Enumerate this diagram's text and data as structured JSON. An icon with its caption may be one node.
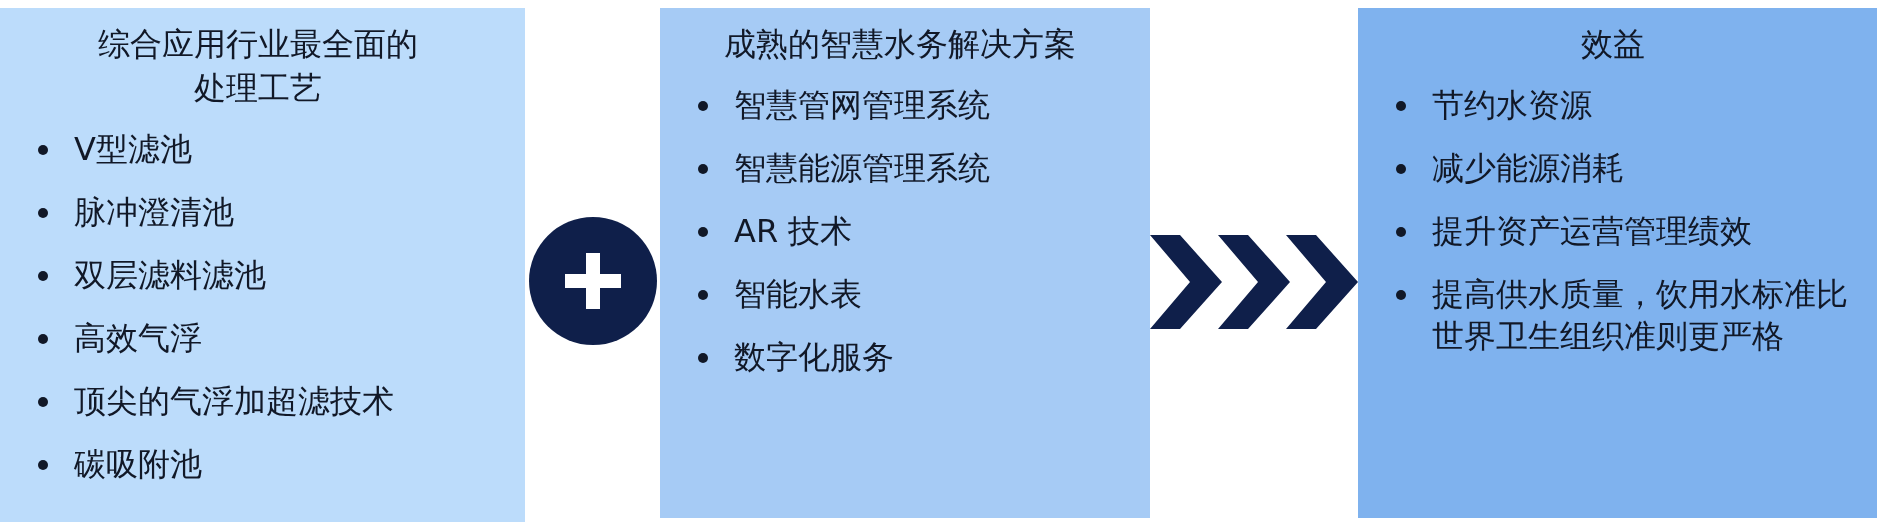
{
  "diagram": {
    "nodes": [
      {
        "text": [
          "综合应用行业最全面的处理工艺",
          "V型滤池",
          "脉冲澄清池",
          "双层滤料滤池",
          "高效气浮",
          "顶尖的气浮加超滤技术",
          "碳吸附池"
        ]
      },
      {
        "text": [],
        "shape": "circle"
      },
      {
        "text": [
          "成熟的智慧水务解决方案",
          "智慧管网管理系统",
          "智慧能源管理系统",
          "AR 技术",
          "智能水表",
          "数字化服务"
        ]
      },
      {
        "text": [
          "效益",
          "节约水资源",
          "减少能源消耗",
          "提升资产运营管理绩效",
          "提高供水质量，饮用水标准比世界卫生组织准则更严格"
        ]
      }
    ],
    "edges": [
      {
        "from": 2,
        "to": 3,
        "arrow": "to"
      }
    ]
  }
}
